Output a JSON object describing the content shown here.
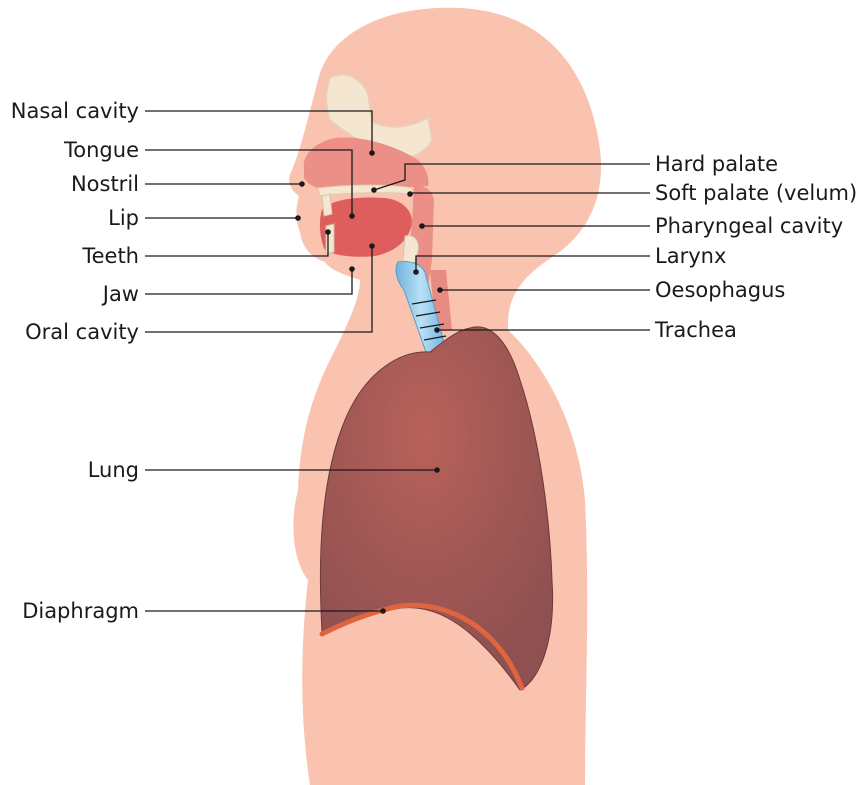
{
  "diagram": {
    "labels": {
      "nasal_cavity": "Nasal cavity",
      "tongue": "Tongue",
      "nostril": "Nostril",
      "lip": "Lip",
      "teeth": "Teeth",
      "jaw": "Jaw",
      "oral_cavity": "Oral cavity",
      "lung": "Lung",
      "diaphragm": "Diaphragm",
      "hard_palate": "Hard palate",
      "soft_palate": "Soft palate (velum)",
      "pharyngeal_cavity": "Pharyngeal cavity",
      "larynx": "Larynx",
      "oesophagus": "Oesophagus",
      "trachea": "Trachea"
    },
    "colors": {
      "body": "#f9c3b0",
      "lung": "#8e5050",
      "lung_center": "#b8615a",
      "oral": "#de5e5e",
      "nasal": "#ec8f87",
      "bone": "#f5e6d2",
      "trachea": "#8ec6e6",
      "diaphragm": "#e0643f"
    }
  }
}
